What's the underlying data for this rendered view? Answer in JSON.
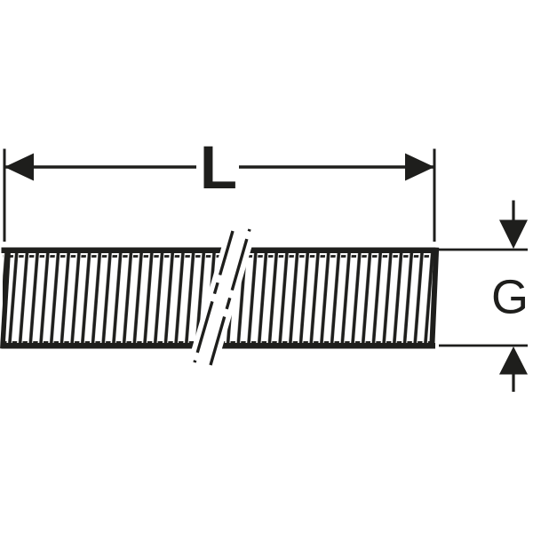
{
  "diagram": {
    "type": "technical-dimension-drawing",
    "subject": "threaded rod with break symbol",
    "length_label": "L",
    "thread_size_label": "G",
    "ink_color": "#1e1e1c",
    "background_color": "#ffffff"
  }
}
